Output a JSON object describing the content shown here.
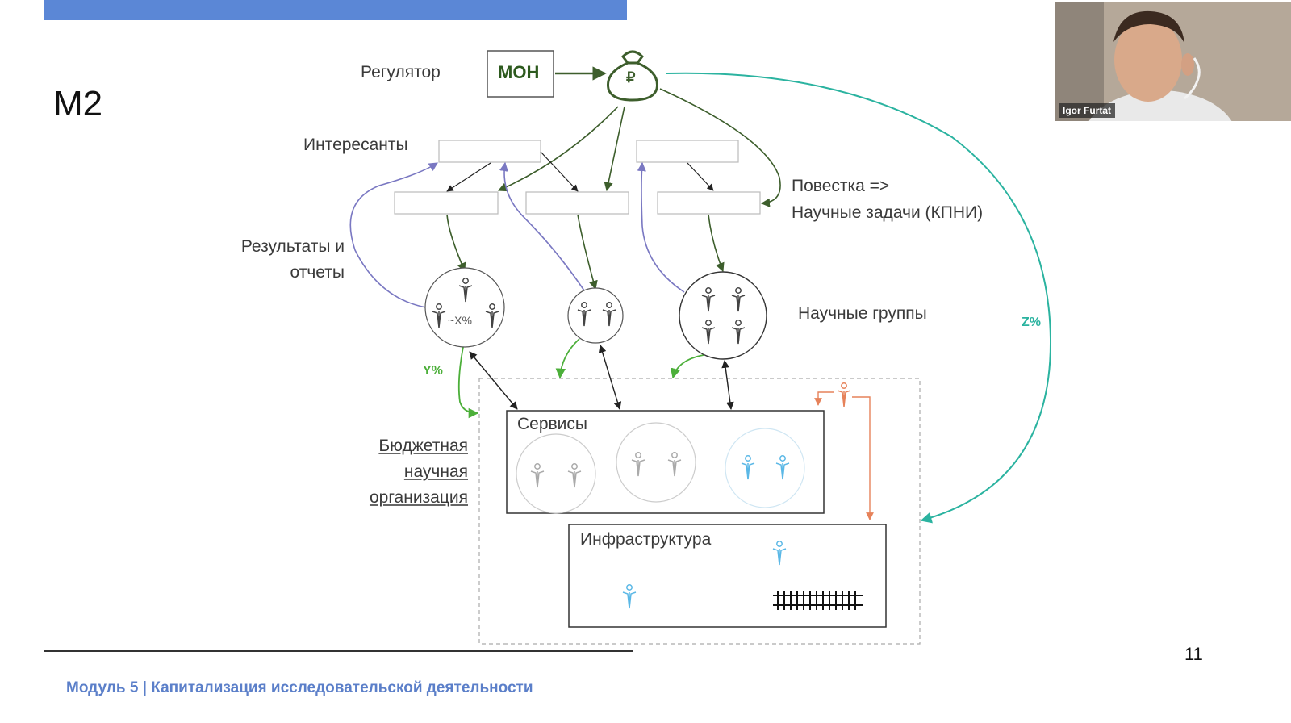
{
  "slide": {
    "title": "M2",
    "page_number": "11",
    "footer": "Модуль 5 | Капитализация исследовательской деятельности"
  },
  "diagram": {
    "regulator_label": "Регулятор",
    "mon_label": "МОН",
    "money_symbol": "₽",
    "stakeholders_label": "Интересанты",
    "agenda_label": "Повестка =>",
    "tasks_label": "Научные задачи (КПНИ)",
    "results_label_line1": "Результаты и",
    "results_label_line2": "отчеты",
    "groups_label": "Научные группы",
    "budget_org_line1": "Бюджетная",
    "budget_org_line2": "научная",
    "budget_org_line3": "организация",
    "services_label": "Сервисы",
    "infrastructure_label": "Инфраструктура",
    "x_percent": "~X%",
    "y_percent": "Y%",
    "z_percent": "Z%",
    "colors": {
      "money_flow": "#3d5e2c",
      "reports": "#7a78c2",
      "funding_y": "#4caf3a",
      "funding_z": "#2bb3a0",
      "staff_loop": "#e6825a",
      "person_blue": "#5bb8e6"
    }
  },
  "webcam": {
    "participant_name": "Igor Furtat"
  }
}
